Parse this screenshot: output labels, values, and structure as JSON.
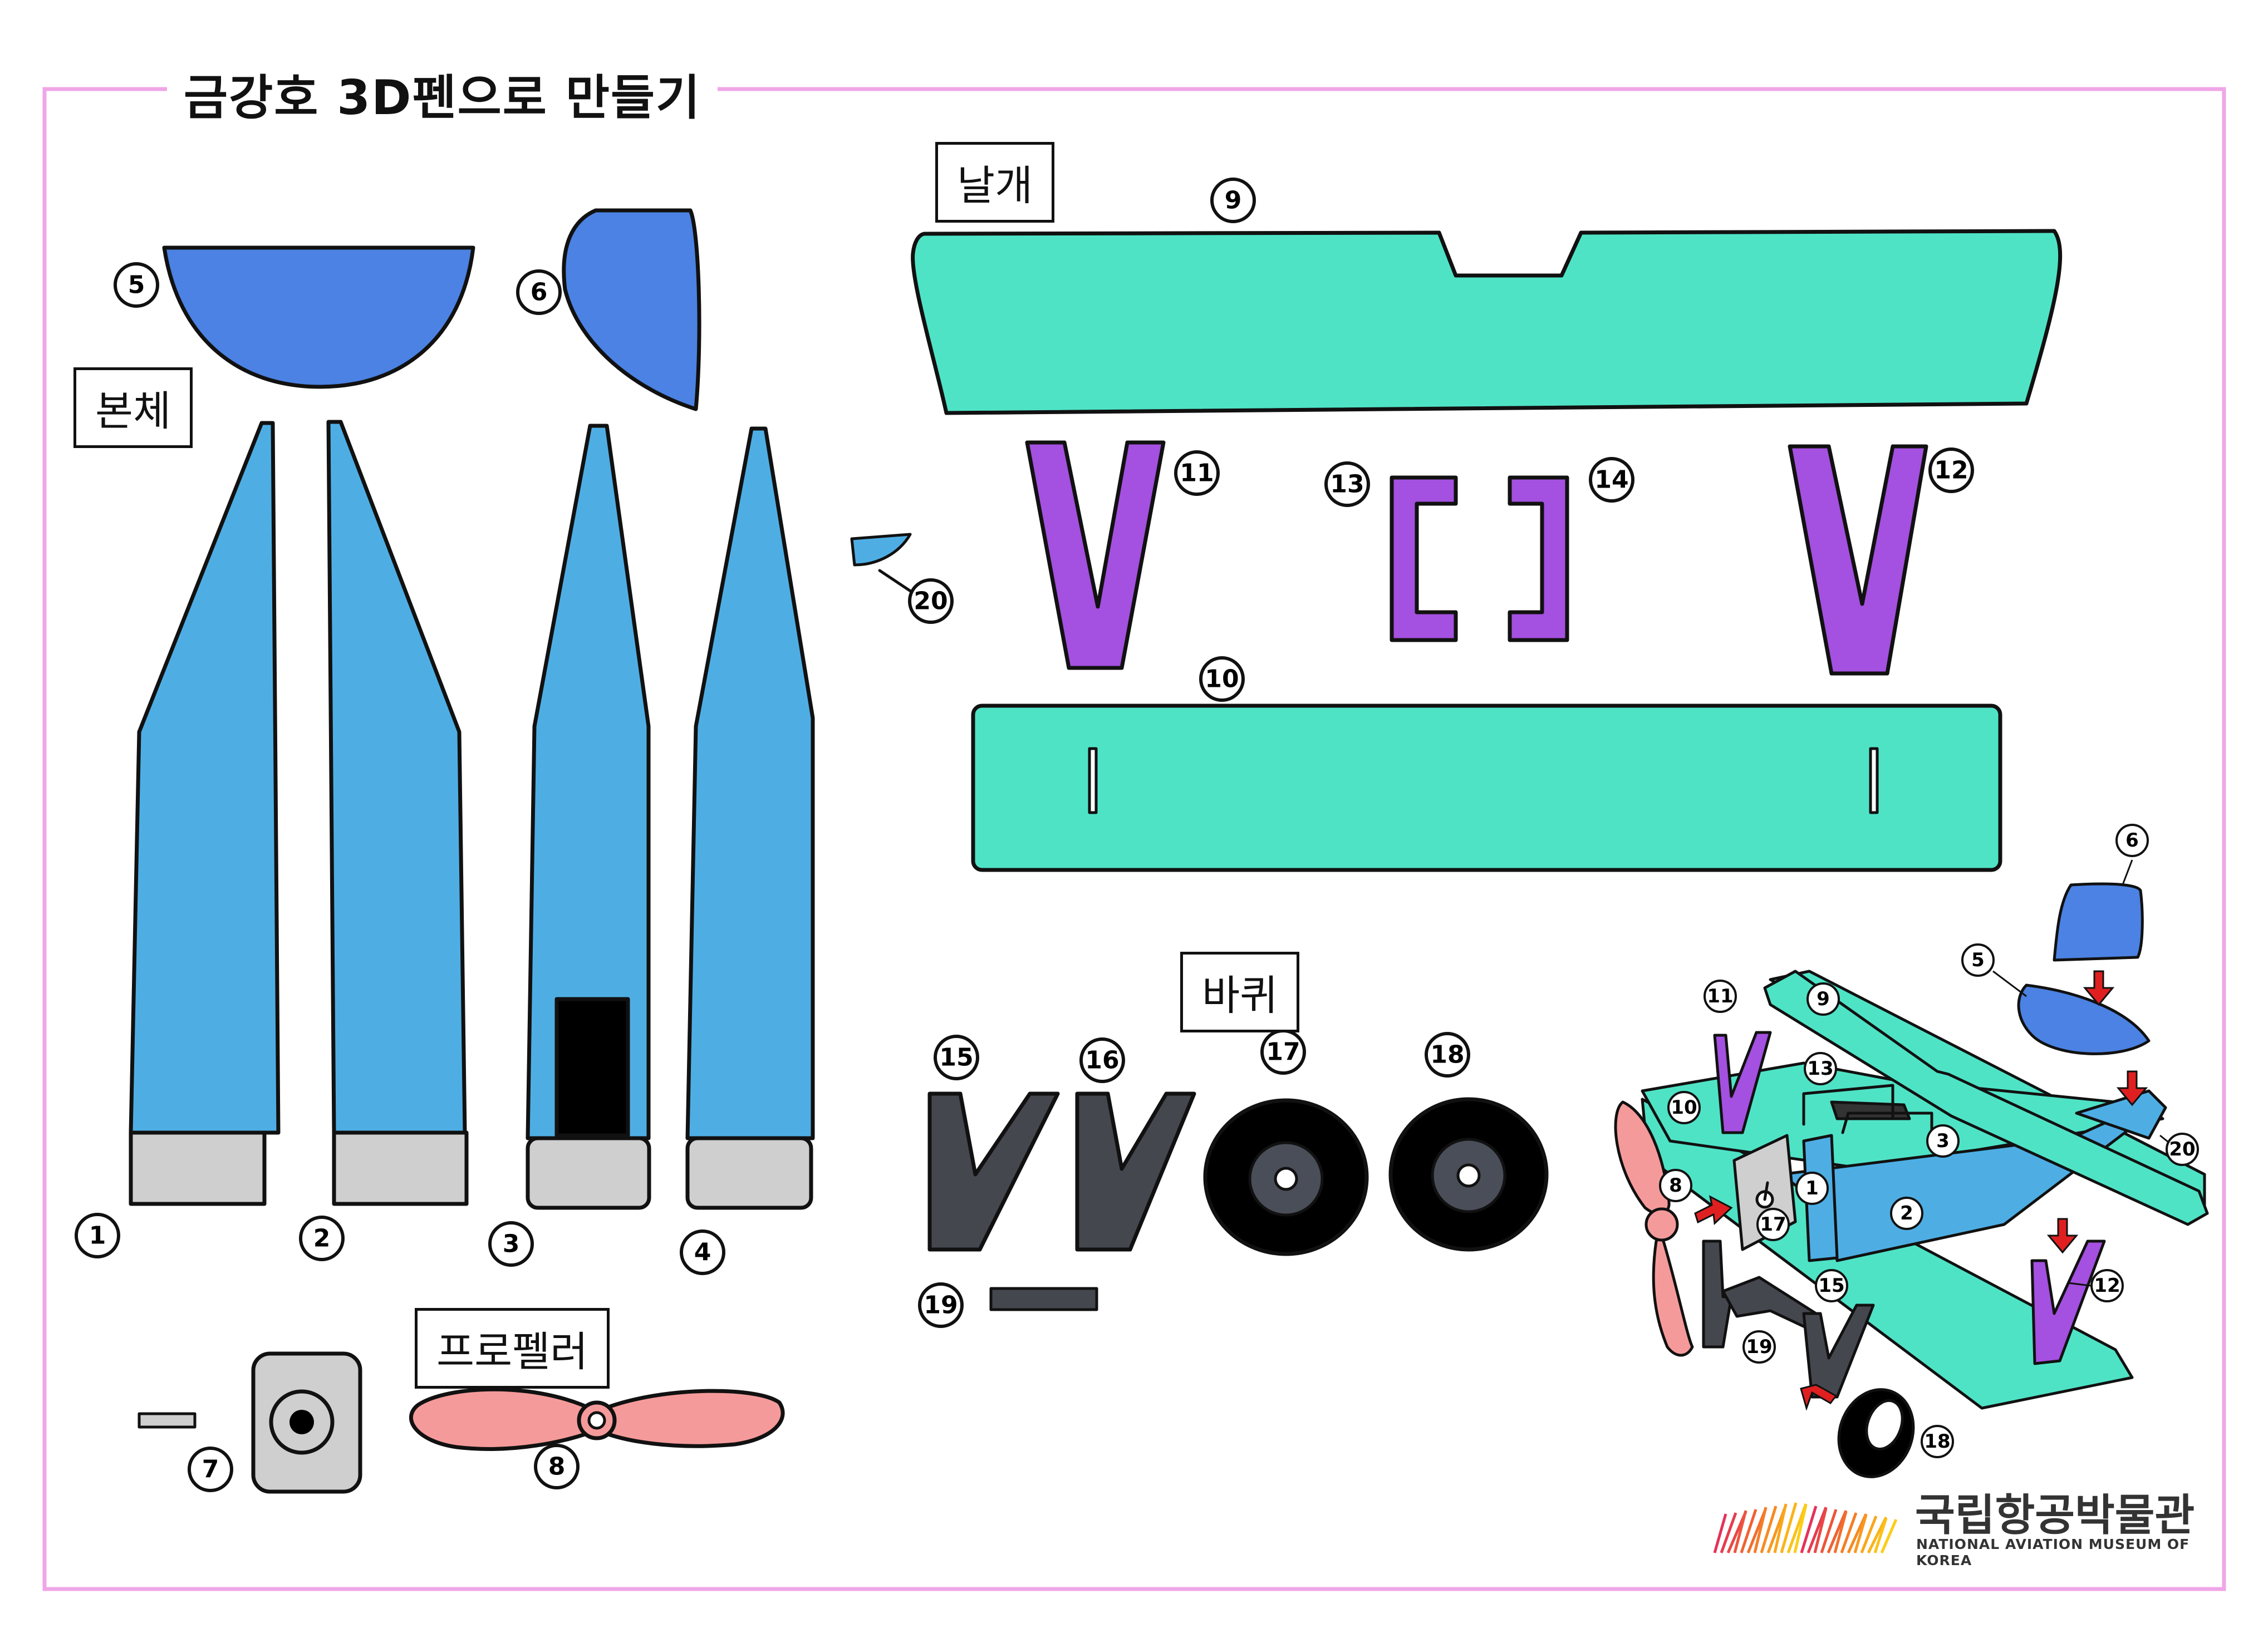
{
  "title": "금강호 3D펜으로 만들기",
  "sections": {
    "body": "본체",
    "wings": "날개",
    "wheels": "바퀴",
    "propeller": "프로펠러"
  },
  "parts": [
    "1",
    "2",
    "3",
    "4",
    "5",
    "6",
    "7",
    "8",
    "9",
    "10",
    "11",
    "12",
    "13",
    "14",
    "15",
    "16",
    "17",
    "18",
    "19",
    "20"
  ],
  "assembly_labels": [
    "6",
    "5",
    "11",
    "9",
    "13",
    "10",
    "3",
    "8",
    "1",
    "17",
    "2",
    "20",
    "15",
    "12",
    "19",
    "18"
  ],
  "logo": {
    "name_ko": "국립항공박물관",
    "name_en": "NATIONAL AVIATION MUSEUM OF KOREA"
  },
  "colors": {
    "frame": "#f0a6e8",
    "body_blue": "#4eaee4",
    "canopy_blue": "#4b82e3",
    "wing_teal": "#4fe3c6",
    "strut_purple": "#a450e0",
    "tip_gray": "#cfcfcf",
    "wheel_dark": "#45474f",
    "propeller_pink": "#f59a9a",
    "arrow_red": "#e02020"
  },
  "icons": [
    "circled-number",
    "red-arrow",
    "logo-stripes"
  ]
}
